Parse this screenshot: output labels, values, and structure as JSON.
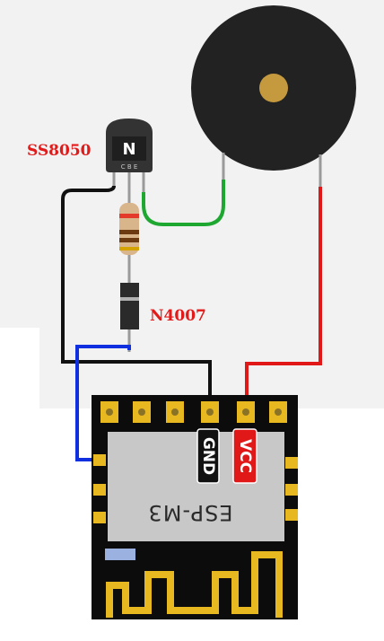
{
  "labels": {
    "transistor_part": "SS8050",
    "transistor_letter": "N",
    "transistor_pins": "C B E",
    "diode_part": "N4007",
    "pin_gnd": "GND",
    "pin_vcc": "VCC",
    "module_name": "ESP-M3"
  },
  "colors": {
    "background_top": "#f2f2f2",
    "wire_black": "#111111",
    "wire_blue": "#1030e0",
    "wire_red": "#e01818",
    "wire_green": "#1ea832",
    "gold_pad": "#e8b820",
    "module_body": "#0c0c0c",
    "shield": "#c8c8c8",
    "buzzer_body": "#222222",
    "buzzer_center": "#c59a3e"
  }
}
